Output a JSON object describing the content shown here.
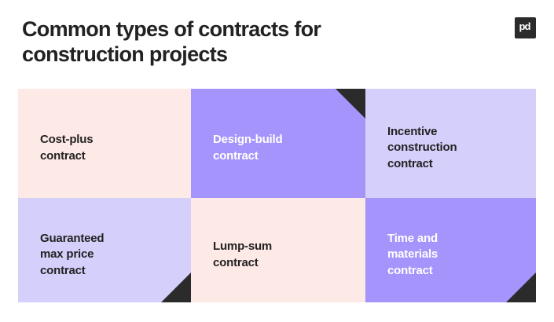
{
  "header": {
    "title": "Common types of contracts for\nconstruction projects",
    "logo_text": "pd",
    "logo_name": "pandadoc-logo"
  },
  "colors": {
    "background": "#ffffff",
    "pink": "#fde9e5",
    "purple": "#a494fb",
    "lavender": "#d5cffb",
    "dark": "#2b2b2b",
    "text_dark": "#222222",
    "text_light": "#ffffff"
  },
  "grid": {
    "columns": 3,
    "rows": 2,
    "cells": [
      {
        "label": "Cost-plus\ncontract",
        "background": "pink",
        "text_color": "dark",
        "corner": "none"
      },
      {
        "label": "Design-build\ncontract",
        "background": "purple",
        "text_color": "light",
        "corner": "top-right"
      },
      {
        "label": "Incentive\nconstruction\ncontract",
        "background": "lavender",
        "text_color": "dark",
        "corner": "none"
      },
      {
        "label": "Guaranteed\nmax price\ncontract",
        "background": "lavender",
        "text_color": "dark",
        "corner": "bottom-right"
      },
      {
        "label": "Lump-sum\ncontract",
        "background": "pink",
        "text_color": "dark",
        "corner": "none"
      },
      {
        "label": "Time and\nmaterials\ncontract",
        "background": "purple",
        "text_color": "light",
        "corner": "bottom-right"
      }
    ]
  }
}
